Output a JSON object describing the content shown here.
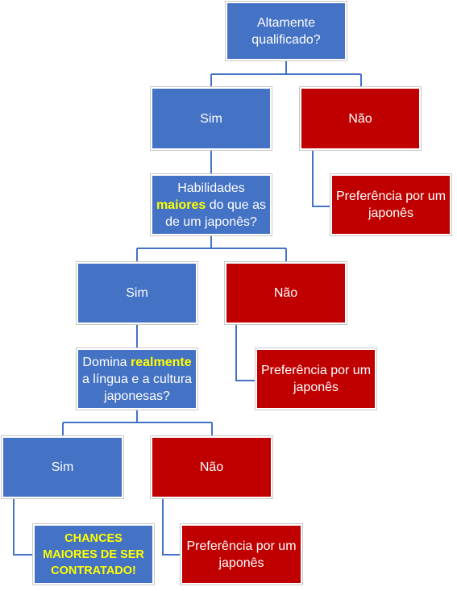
{
  "colors": {
    "question_box": "#4472c4",
    "yes_box": "#4472c4",
    "no_box": "#c00000",
    "highlight_text": "#ffff00",
    "connector": "#4472c4"
  },
  "level1": {
    "question": "Altamente qualificado?",
    "yes_label": "Sim",
    "no_label": "Não",
    "no_result": "Preferência por um japonês"
  },
  "level2": {
    "question_before": "Habilidades",
    "question_highlight": "maiores",
    "question_after": "do que as de um japonês?",
    "yes_label": "Sim",
    "no_label": "Não",
    "no_result": "Preferência por um japonês"
  },
  "level3": {
    "question_before": "Domina",
    "question_highlight": "realmente",
    "question_after": "a língua e a cultura japonesas?",
    "yes_label": "Sim",
    "no_label": "Não",
    "no_result": "Preferência por um japonês"
  },
  "final_result": "CHANCES MAIORES DE SER CONTRATADO!"
}
